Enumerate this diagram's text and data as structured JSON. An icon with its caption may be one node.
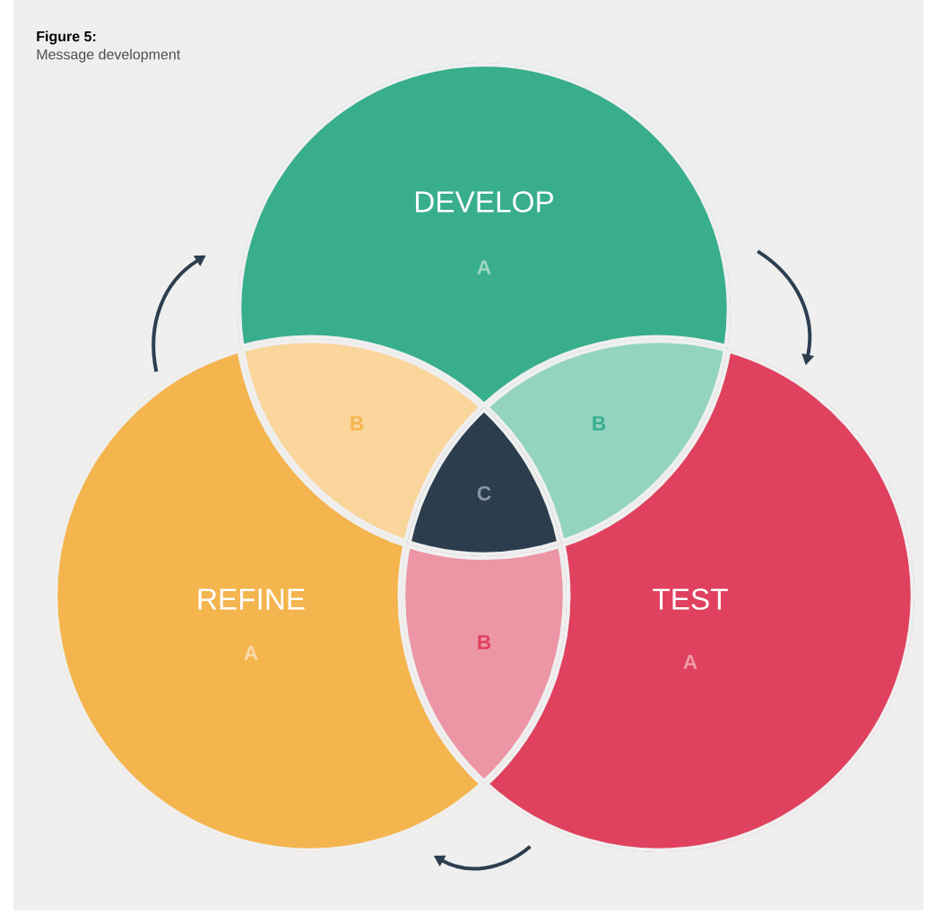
{
  "diagram": {
    "title": "Figure 5:",
    "caption": "Message development",
    "nodes": [
      {
        "text": [
          "DEVELOP",
          "A"
        ]
      },
      {
        "text": [
          "B"
        ]
      },
      {
        "text": [
          "B"
        ]
      },
      {
        "text": [
          "C"
        ]
      },
      {
        "text": [
          "REFINE",
          "A"
        ]
      },
      {
        "text": [
          "B"
        ]
      },
      {
        "text": [
          "TEST",
          "A"
        ]
      }
    ],
    "edges": [
      {
        "from": 4,
        "to": 0,
        "arrow": "to"
      },
      {
        "from": 0,
        "to": 6,
        "arrow": "to"
      },
      {
        "from": 6,
        "to": 4,
        "arrow": "to"
      }
    ]
  }
}
